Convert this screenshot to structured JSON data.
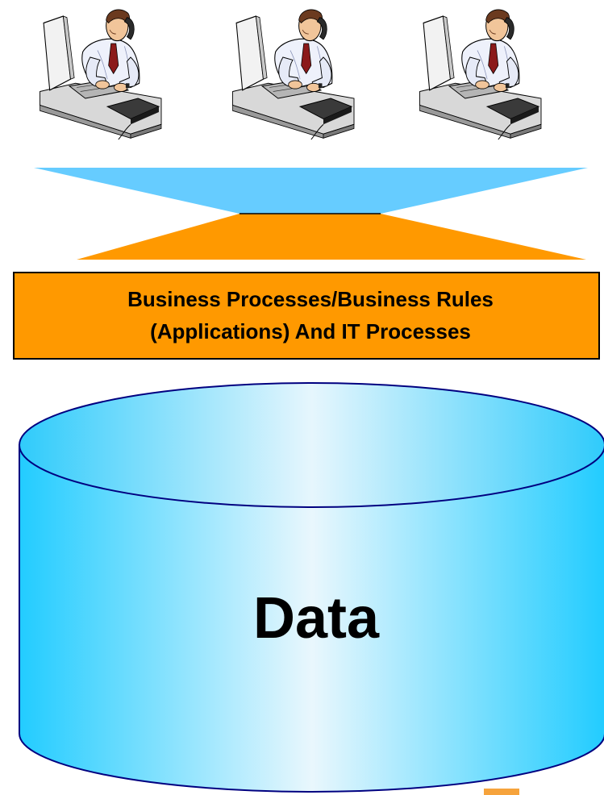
{
  "users": {
    "count": 3,
    "icon": "businessman-at-computer-icon"
  },
  "process_box": {
    "line1": "Business Processes/Business Rules",
    "line2": "(Applications) And IT Processes"
  },
  "database": {
    "label": "Data",
    "icon": "database-cylinder-icon"
  },
  "colors": {
    "funnel_top": "#66ccff",
    "funnel_bottom": "#ff9900",
    "process_box": "#ff9900",
    "cylinder_edge": "#22ccff",
    "cylinder_center": "#e9f7fd",
    "outline": "#000080"
  }
}
